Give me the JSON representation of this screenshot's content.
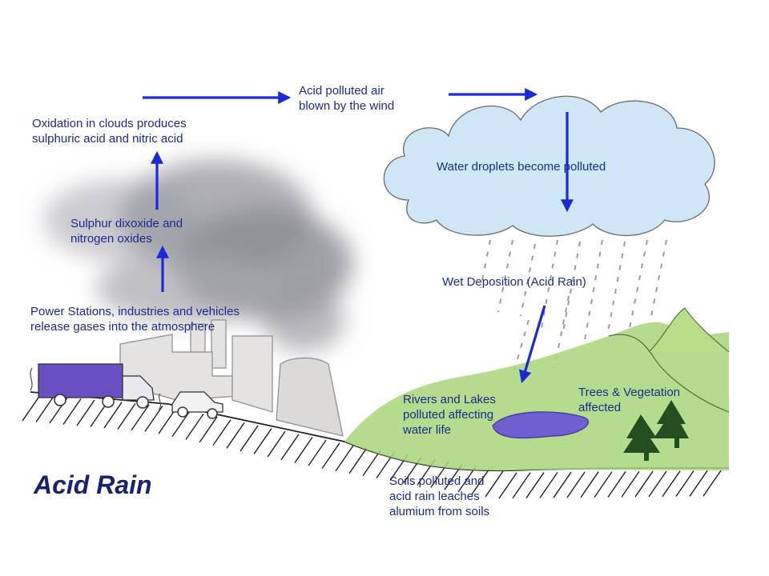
{
  "title": "Acid Rain",
  "labels": {
    "air_blown": [
      "Acid polluted air",
      "blown by the wind"
    ],
    "oxidation": [
      "Oxidation in clouds produces",
      "sulphuric acid and nitric acid"
    ],
    "water_droplets": [
      "Water droplets become polluted"
    ],
    "gases": [
      "Sulphur dixoxide and",
      "nitrogen oxides"
    ],
    "wet_deposition": [
      "Wet Deposition (Acid Rain)"
    ],
    "power_stations": [
      "Power Stations, industries and vehicles",
      "release gases into the atmosphere"
    ],
    "rivers": [
      "Rivers and Lakes",
      "polluted affecting",
      "water life"
    ],
    "trees": [
      "Trees & Vegetation",
      "affected"
    ],
    "soils": [
      "Soils polluted and",
      "acid rain leaches",
      "alumium from soils"
    ]
  },
  "colors": {
    "text": "#1c2a8c",
    "arrow": "#1a2ad6",
    "cloud": "#cfe6f7",
    "smoke": "#8e8e96",
    "grass": "#a8d67a",
    "truck": "#6a4fc2",
    "lake": "#6f5fcf"
  }
}
